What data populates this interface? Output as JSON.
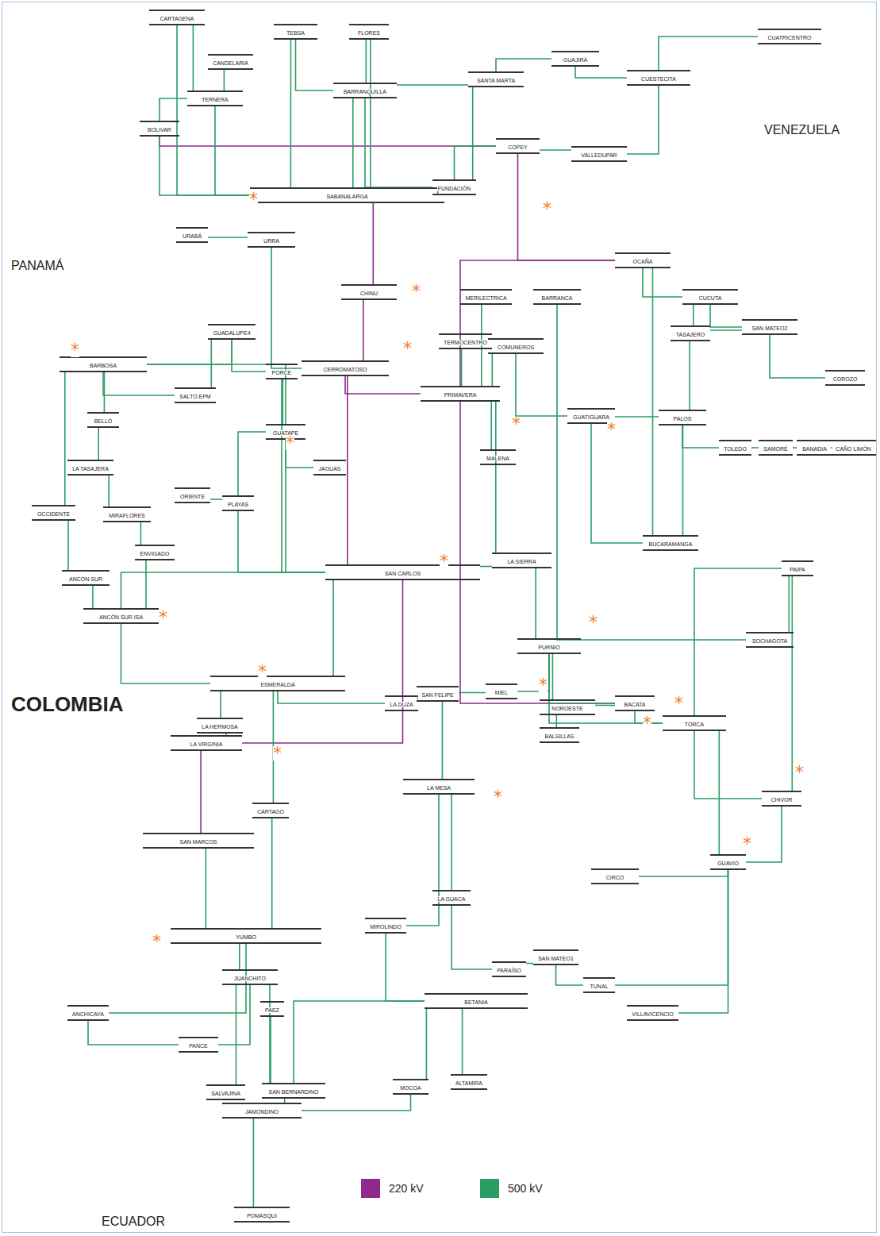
{
  "diagram": {
    "nodes": [
      {
        "text": [
          "CARTAGENA"
        ]
      },
      {
        "text": [
          "CANDELARIA"
        ]
      },
      {
        "text": [
          "TERNERA"
        ]
      },
      {
        "text": [
          "BOLIVAR"
        ]
      },
      {
        "text": [
          "TEBSA"
        ]
      },
      {
        "text": [
          "FLORES"
        ]
      },
      {
        "text": [
          "BARRANQUILLA"
        ]
      },
      {
        "text": [
          "SABANALARGA"
        ]
      },
      {
        "text": [
          "SANTA MARTA"
        ]
      },
      {
        "text": [
          "GUAJIRA"
        ]
      },
      {
        "text": [
          "CUESTECITA"
        ]
      },
      {
        "text": [
          "CUATRICENTRO"
        ]
      },
      {
        "text": [
          "COPEY"
        ]
      },
      {
        "text": [
          "VALLEDUPAR"
        ]
      },
      {
        "text": [
          "FUNDACIÓN"
        ]
      },
      {
        "text": [
          "URABÁ"
        ]
      },
      {
        "text": [
          "URRA"
        ]
      },
      {
        "text": [
          "CHINU"
        ]
      },
      {
        "text": [
          "OCAÑA"
        ]
      },
      {
        "text": [
          "CUCUTA"
        ]
      },
      {
        "text": [
          "SAN MATEO2"
        ]
      },
      {
        "text": [
          "TASAJERO"
        ]
      },
      {
        "text": [
          "COROZO"
        ]
      },
      {
        "text": [
          "MERILECTRICA"
        ]
      },
      {
        "text": [
          "BARRANCA"
        ]
      },
      {
        "text": [
          "TERMOCENTRO"
        ]
      },
      {
        "text": [
          "COMUNEROS"
        ]
      },
      {
        "text": [
          "PRIMAVERA"
        ]
      },
      {
        "text": [
          "MALENA"
        ]
      },
      {
        "text": [
          "GUATIGUARA"
        ]
      },
      {
        "text": [
          "PALOS"
        ]
      },
      {
        "text": [
          "TOLEDO"
        ]
      },
      {
        "text": [
          "SAMORÉ"
        ]
      },
      {
        "text": [
          "BANADIA"
        ]
      },
      {
        "text": [
          "CAÑO LIMÓN"
        ]
      },
      {
        "text": [
          "BUCARAMANGA"
        ]
      },
      {
        "text": [
          "CERROMATOSO"
        ]
      },
      {
        "text": [
          "GUADALUPE4"
        ]
      },
      {
        "text": [
          "PORCE"
        ]
      },
      {
        "text": [
          "BARBOSA"
        ]
      },
      {
        "text": [
          "SALTO EPM"
        ]
      },
      {
        "text": [
          "BELLO"
        ]
      },
      {
        "text": [
          "LA TASAJERA"
        ]
      },
      {
        "text": [
          "GUATAPE"
        ]
      },
      {
        "text": [
          "JAGUAS"
        ]
      },
      {
        "text": [
          "ORIENTE"
        ]
      },
      {
        "text": [
          "PLAYAS"
        ]
      },
      {
        "text": [
          "OCCIDENTE"
        ]
      },
      {
        "text": [
          "MIRAFLORES"
        ]
      },
      {
        "text": [
          "ENVIGADO"
        ]
      },
      {
        "text": [
          "ANCÓN SUR"
        ]
      },
      {
        "text": [
          "ANCÓN SUR ISA"
        ]
      },
      {
        "text": [
          "SAN CARLOS"
        ]
      },
      {
        "text": [
          "LA SIERRA"
        ]
      },
      {
        "text": [
          "PAIPA"
        ]
      },
      {
        "text": [
          "SOCHAGOTA"
        ]
      },
      {
        "text": [
          "PURNIO"
        ]
      },
      {
        "text": [
          "MIEL"
        ]
      },
      {
        "text": [
          "NOROESTE"
        ]
      },
      {
        "text": [
          "BACATA"
        ]
      },
      {
        "text": [
          "TORCA"
        ]
      },
      {
        "text": [
          "BALSILLAS"
        ]
      },
      {
        "text": [
          "CHIVOR"
        ]
      },
      {
        "text": [
          "ESMERALDA"
        ]
      },
      {
        "text": [
          "LA HERMOSA"
        ]
      },
      {
        "text": [
          "LA VIRGINIA"
        ]
      },
      {
        "text": [
          "CARTAGO"
        ]
      },
      {
        "text": [
          "LA DUZA"
        ]
      },
      {
        "text": [
          "SAN FELIPE"
        ]
      },
      {
        "text": [
          "LA MESA"
        ]
      },
      {
        "text": [
          "GUAVIO"
        ]
      },
      {
        "text": [
          "CIRCO"
        ]
      },
      {
        "text": [
          "LA GUACA"
        ]
      },
      {
        "text": [
          "MIROLINDO"
        ]
      },
      {
        "text": [
          "PARAÍSO"
        ]
      },
      {
        "text": [
          "SAN MATEO1"
        ]
      },
      {
        "text": [
          "TUNAL"
        ]
      },
      {
        "text": [
          "VILLAVICENCIO"
        ]
      },
      {
        "text": [
          "SAN MARCOS"
        ]
      },
      {
        "text": [
          "YUMBO"
        ]
      },
      {
        "text": [
          "JUANCHITO"
        ]
      },
      {
        "text": [
          "PAEZ"
        ]
      },
      {
        "text": [
          "ANCHICAYA"
        ]
      },
      {
        "text": [
          "PANCE"
        ]
      },
      {
        "text": [
          "SALVAJINA"
        ]
      },
      {
        "text": [
          "SAN BERNARDINO"
        ]
      },
      {
        "text": [
          "BETANIA"
        ]
      },
      {
        "text": [
          "MOCOA"
        ]
      },
      {
        "text": [
          "ALTAMIRA"
        ]
      },
      {
        "text": [
          "JAMONDINO"
        ]
      },
      {
        "text": [
          "POMASQUI"
        ]
      }
    ],
    "edges": [
      {
        "from": 3,
        "to": 12,
        "arrow": "none"
      },
      {
        "from": 7,
        "to": 17,
        "arrow": "none"
      },
      {
        "from": 17,
        "to": 36,
        "arrow": "none"
      },
      {
        "from": 36,
        "to": 52,
        "arrow": "none"
      },
      {
        "from": 36,
        "to": 27,
        "arrow": "none"
      },
      {
        "from": 27,
        "to": 18,
        "arrow": "none"
      },
      {
        "from": 12,
        "to": 18,
        "arrow": "none"
      },
      {
        "from": 27,
        "to": 59,
        "arrow": "none"
      },
      {
        "from": 52,
        "to": 65,
        "arrow": "none"
      },
      {
        "from": 65,
        "to": 78,
        "arrow": "none"
      },
      {
        "from": 0,
        "to": 2,
        "arrow": "none"
      },
      {
        "from": 0,
        "to": 7,
        "arrow": "none"
      },
      {
        "from": 1,
        "to": 2,
        "arrow": "none"
      },
      {
        "from": 2,
        "to": 7,
        "arrow": "none"
      },
      {
        "from": 3,
        "to": 2,
        "arrow": "none"
      },
      {
        "from": 3,
        "to": 7,
        "arrow": "none"
      },
      {
        "from": 4,
        "to": 7,
        "arrow": "none"
      },
      {
        "from": 4,
        "to": 6,
        "arrow": "none"
      },
      {
        "from": 5,
        "to": 7,
        "arrow": "none"
      },
      {
        "from": 5,
        "to": 6,
        "arrow": "none"
      },
      {
        "from": 6,
        "to": 7,
        "arrow": "none"
      },
      {
        "from": 6,
        "to": 8,
        "arrow": "none"
      },
      {
        "from": 6,
        "to": 14,
        "arrow": "none"
      },
      {
        "from": 8,
        "to": 9,
        "arrow": "none"
      },
      {
        "from": 8,
        "to": 14,
        "arrow": "none"
      },
      {
        "from": 9,
        "to": 10,
        "arrow": "none"
      },
      {
        "from": 10,
        "to": 11,
        "arrow": "none"
      },
      {
        "from": 10,
        "to": 13,
        "arrow": "none"
      },
      {
        "from": 12,
        "to": 13,
        "arrow": "none"
      },
      {
        "from": 14,
        "to": 7,
        "arrow": "none"
      },
      {
        "from": 14,
        "to": 12,
        "arrow": "none"
      },
      {
        "from": 16,
        "to": 15,
        "arrow": "none"
      },
      {
        "from": 16,
        "to": 36,
        "arrow": "none"
      },
      {
        "from": 18,
        "to": 35,
        "arrow": "none"
      },
      {
        "from": 18,
        "to": 19,
        "arrow": "none"
      },
      {
        "from": 19,
        "to": 20,
        "arrow": "none"
      },
      {
        "from": 19,
        "to": 21,
        "arrow": "none"
      },
      {
        "from": 21,
        "to": 20,
        "arrow": "none"
      },
      {
        "from": 21,
        "to": 30,
        "arrow": "none"
      },
      {
        "from": 20,
        "to": 22,
        "arrow": "none"
      },
      {
        "from": 30,
        "to": 31,
        "arrow": "none"
      },
      {
        "from": 31,
        "to": 32,
        "arrow": "none"
      },
      {
        "from": 32,
        "to": 33,
        "arrow": "none"
      },
      {
        "from": 33,
        "to": 34,
        "arrow": "none"
      },
      {
        "from": 30,
        "to": 35,
        "arrow": "none"
      },
      {
        "from": 29,
        "to": 35,
        "arrow": "none"
      },
      {
        "from": 29,
        "to": 30,
        "arrow": "none"
      },
      {
        "from": 24,
        "to": 55,
        "arrow": "none"
      },
      {
        "from": 23,
        "to": 27,
        "arrow": "none"
      },
      {
        "from": 25,
        "to": 27,
        "arrow": "none"
      },
      {
        "from": 26,
        "to": 27,
        "arrow": "none"
      },
      {
        "from": 27,
        "to": 28,
        "arrow": "none"
      },
      {
        "from": 27,
        "to": 53,
        "arrow": "none"
      },
      {
        "from": 26,
        "to": 29,
        "arrow": "none"
      },
      {
        "from": 37,
        "to": 38,
        "arrow": "none"
      },
      {
        "from": 37,
        "to": 39,
        "arrow": "none"
      },
      {
        "from": 37,
        "to": 40,
        "arrow": "none"
      },
      {
        "from": 39,
        "to": 40,
        "arrow": "none"
      },
      {
        "from": 39,
        "to": 41,
        "arrow": "none"
      },
      {
        "from": 41,
        "to": 42,
        "arrow": "none"
      },
      {
        "from": 39,
        "to": 47,
        "arrow": "none"
      },
      {
        "from": 42,
        "to": 48,
        "arrow": "none"
      },
      {
        "from": 47,
        "to": 50,
        "arrow": "none"
      },
      {
        "from": 48,
        "to": 49,
        "arrow": "none"
      },
      {
        "from": 45,
        "to": 46,
        "arrow": "none"
      },
      {
        "from": 46,
        "to": 43,
        "arrow": "none"
      },
      {
        "from": 43,
        "to": 44,
        "arrow": "none"
      },
      {
        "from": 43,
        "to": 39,
        "arrow": "none"
      },
      {
        "from": 38,
        "to": 43,
        "arrow": "none"
      },
      {
        "from": 38,
        "to": 52,
        "arrow": "none"
      },
      {
        "from": 43,
        "to": 52,
        "arrow": "none"
      },
      {
        "from": 46,
        "to": 52,
        "arrow": "none"
      },
      {
        "from": 49,
        "to": 51,
        "arrow": "none"
      },
      {
        "from": 50,
        "to": 51,
        "arrow": "none"
      },
      {
        "from": 51,
        "to": 52,
        "arrow": "none"
      },
      {
        "from": 51,
        "to": 63,
        "arrow": "none"
      },
      {
        "from": 52,
        "to": 63,
        "arrow": "none"
      },
      {
        "from": 52,
        "to": 53,
        "arrow": "none"
      },
      {
        "from": 53,
        "to": 56,
        "arrow": "none"
      },
      {
        "from": 56,
        "to": 57,
        "arrow": "none"
      },
      {
        "from": 56,
        "to": 58,
        "arrow": "none"
      },
      {
        "from": 57,
        "to": 68,
        "arrow": "none"
      },
      {
        "from": 56,
        "to": 59,
        "arrow": "none"
      },
      {
        "from": 58,
        "to": 59,
        "arrow": "none"
      },
      {
        "from": 59,
        "to": 60,
        "arrow": "none"
      },
      {
        "from": 60,
        "to": 62,
        "arrow": "none"
      },
      {
        "from": 60,
        "to": 54,
        "arrow": "none"
      },
      {
        "from": 54,
        "to": 55,
        "arrow": "none"
      },
      {
        "from": 54,
        "to": 62,
        "arrow": "none"
      },
      {
        "from": 61,
        "to": 58,
        "arrow": "none"
      },
      {
        "from": 63,
        "to": 64,
        "arrow": "none"
      },
      {
        "from": 63,
        "to": 66,
        "arrow": "none"
      },
      {
        "from": 63,
        "to": 67,
        "arrow": "none"
      },
      {
        "from": 67,
        "to": 68,
        "arrow": "none"
      },
      {
        "from": 68,
        "to": 69,
        "arrow": "none"
      },
      {
        "from": 69,
        "to": 72,
        "arrow": "none"
      },
      {
        "from": 69,
        "to": 73,
        "arrow": "none"
      },
      {
        "from": 64,
        "to": 65,
        "arrow": "none"
      },
      {
        "from": 66,
        "to": 79,
        "arrow": "none"
      },
      {
        "from": 78,
        "to": 79,
        "arrow": "none"
      },
      {
        "from": 79,
        "to": 80,
        "arrow": "none"
      },
      {
        "from": 79,
        "to": 82,
        "arrow": "none"
      },
      {
        "from": 82,
        "to": 83,
        "arrow": "none"
      },
      {
        "from": 80,
        "to": 83,
        "arrow": "none"
      },
      {
        "from": 80,
        "to": 84,
        "arrow": "none"
      },
      {
        "from": 80,
        "to": 85,
        "arrow": "none"
      },
      {
        "from": 81,
        "to": 85,
        "arrow": "none"
      },
      {
        "from": 73,
        "to": 86,
        "arrow": "none"
      },
      {
        "from": 85,
        "to": 86,
        "arrow": "none"
      },
      {
        "from": 86,
        "to": 87,
        "arrow": "none"
      },
      {
        "from": 86,
        "to": 88,
        "arrow": "none"
      },
      {
        "from": 85,
        "to": 89,
        "arrow": "none"
      },
      {
        "from": 87,
        "to": 89,
        "arrow": "none"
      },
      {
        "from": 89,
        "to": 90,
        "arrow": "none"
      },
      {
        "from": 62,
        "to": 70,
        "arrow": "none"
      },
      {
        "from": 70,
        "to": 71,
        "arrow": "none"
      },
      {
        "from": 70,
        "to": 76,
        "arrow": "none"
      },
      {
        "from": 70,
        "to": 77,
        "arrow": "none"
      },
      {
        "from": 72,
        "to": 74,
        "arrow": "none"
      },
      {
        "from": 74,
        "to": 75,
        "arrow": "none"
      },
      {
        "from": 75,
        "to": 76,
        "arrow": "none"
      },
      {
        "from": 60,
        "to": 70,
        "arrow": "none"
      },
      {
        "from": 56,
        "to": 60,
        "arrow": "none"
      }
    ],
    "labels": [
      "PANAMÁ",
      "VENEZUELA",
      "COLOMBIA",
      "ECUADOR",
      "*",
      "*",
      "*",
      "*",
      "*",
      "*",
      "*",
      "*",
      "*",
      "*",
      "*",
      "*",
      "*",
      "*",
      "*",
      "*",
      "*",
      "*",
      "*",
      "*"
    ],
    "legend": [
      {
        "text": "220 kV",
        "color": "#8e2a8e"
      },
      {
        "text": "500 kV",
        "color": "#2a9d63"
      }
    ]
  }
}
